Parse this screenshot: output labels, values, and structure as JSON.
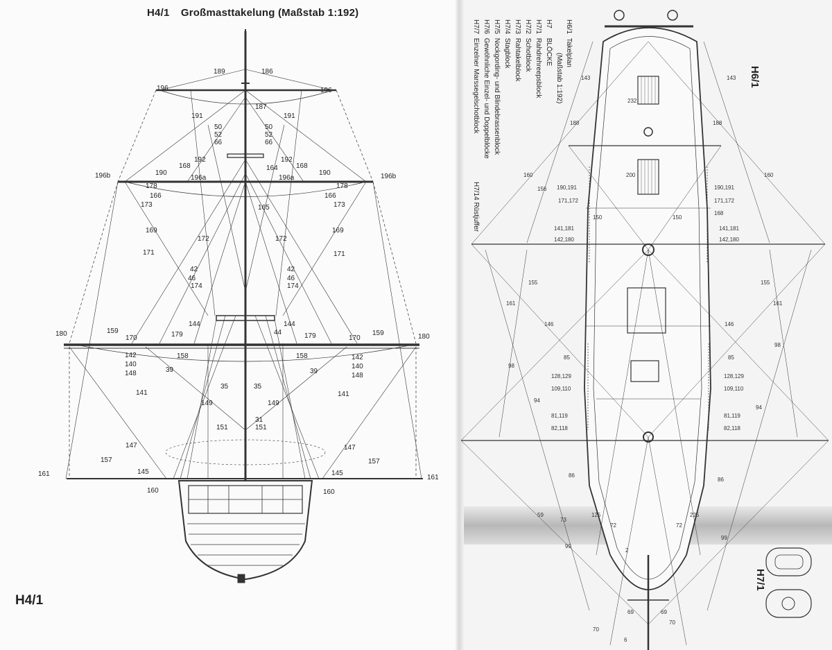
{
  "left_page": {
    "title_code": "H4/1",
    "title_text": "Großmasttakelung (Maßstab 1:192)",
    "corner_code": "H4/1",
    "labels": [
      {
        "id": "189",
        "t": "189"
      },
      {
        "id": "186",
        "t": "186"
      },
      {
        "id": "187",
        "t": "187"
      },
      {
        "id": "196l",
        "t": "196"
      },
      {
        "id": "196r",
        "t": "196"
      },
      {
        "id": "191l",
        "t": "191"
      },
      {
        "id": "191r",
        "t": "191"
      },
      {
        "id": "50l",
        "t": "50"
      },
      {
        "id": "52l",
        "t": "52"
      },
      {
        "id": "66l",
        "t": "66"
      },
      {
        "id": "50r",
        "t": "50"
      },
      {
        "id": "52r",
        "t": "52"
      },
      {
        "id": "66r",
        "t": "66"
      },
      {
        "id": "192l",
        "t": "192"
      },
      {
        "id": "192r",
        "t": "192"
      },
      {
        "id": "168l",
        "t": "168"
      },
      {
        "id": "164",
        "t": "164"
      },
      {
        "id": "168r",
        "t": "168"
      },
      {
        "id": "190l",
        "t": "190"
      },
      {
        "id": "190r",
        "t": "190"
      },
      {
        "id": "196al",
        "t": "196a"
      },
      {
        "id": "196ar",
        "t": "196a"
      },
      {
        "id": "196bl",
        "t": "196b"
      },
      {
        "id": "196br",
        "t": "196b"
      },
      {
        "id": "178l",
        "t": "178"
      },
      {
        "id": "178r",
        "t": "178"
      },
      {
        "id": "166l",
        "t": "166"
      },
      {
        "id": "166r",
        "t": "166"
      },
      {
        "id": "173l",
        "t": "173"
      },
      {
        "id": "173r",
        "t": "173"
      },
      {
        "id": "165",
        "t": "165"
      },
      {
        "id": "169l",
        "t": "169"
      },
      {
        "id": "169r",
        "t": "169"
      },
      {
        "id": "172l",
        "t": "172"
      },
      {
        "id": "172r",
        "t": "172"
      },
      {
        "id": "171l",
        "t": "171"
      },
      {
        "id": "171r",
        "t": "171"
      },
      {
        "id": "42l",
        "t": "42"
      },
      {
        "id": "46l",
        "t": "46"
      },
      {
        "id": "174l",
        "t": "174"
      },
      {
        "id": "42r",
        "t": "42"
      },
      {
        "id": "46r",
        "t": "46"
      },
      {
        "id": "174r",
        "t": "174"
      },
      {
        "id": "144l",
        "t": "144"
      },
      {
        "id": "144r",
        "t": "144"
      },
      {
        "id": "44",
        "t": "44"
      },
      {
        "id": "180l",
        "t": "180"
      },
      {
        "id": "180r",
        "t": "180"
      },
      {
        "id": "159l",
        "t": "159"
      },
      {
        "id": "159r",
        "t": "159"
      },
      {
        "id": "170l",
        "t": "170"
      },
      {
        "id": "170r",
        "t": "170"
      },
      {
        "id": "179l",
        "t": "179"
      },
      {
        "id": "179r",
        "t": "179"
      },
      {
        "id": "142l",
        "t": "142"
      },
      {
        "id": "140l",
        "t": "140"
      },
      {
        "id": "148l",
        "t": "148"
      },
      {
        "id": "142r",
        "t": "142"
      },
      {
        "id": "140r",
        "t": "140"
      },
      {
        "id": "148r",
        "t": "148"
      },
      {
        "id": "158l",
        "t": "158"
      },
      {
        "id": "158r",
        "t": "158"
      },
      {
        "id": "39l",
        "t": "39"
      },
      {
        "id": "39r",
        "t": "39"
      },
      {
        "id": "35l",
        "t": "35"
      },
      {
        "id": "35r",
        "t": "35"
      },
      {
        "id": "141l",
        "t": "141"
      },
      {
        "id": "141r",
        "t": "141"
      },
      {
        "id": "149l",
        "t": "149"
      },
      {
        "id": "149r",
        "t": "149"
      },
      {
        "id": "31",
        "t": "31"
      },
      {
        "id": "151l",
        "t": "151"
      },
      {
        "id": "151r",
        "t": "151"
      },
      {
        "id": "147l",
        "t": "147"
      },
      {
        "id": "147r",
        "t": "147"
      },
      {
        "id": "157l",
        "t": "157"
      },
      {
        "id": "157r",
        "t": "157"
      },
      {
        "id": "161l",
        "t": "161"
      },
      {
        "id": "161r",
        "t": "161"
      },
      {
        "id": "145l",
        "t": "145"
      },
      {
        "id": "145r",
        "t": "145"
      },
      {
        "id": "160l",
        "t": "160"
      },
      {
        "id": "160r",
        "t": "160"
      }
    ]
  },
  "right_page": {
    "legend": [
      {
        "code": "H6/1",
        "text": "Takelplan"
      },
      {
        "code": "",
        "text": "(Maßstab 1:192)"
      },
      {
        "code": "H7",
        "text": "BLÖCKE"
      },
      {
        "code": "H7/1",
        "text": "Rahdrehreepsblock"
      },
      {
        "code": "H7/2",
        "text": "Schotblock"
      },
      {
        "code": "H7/3",
        "text": "Rahtakelblock"
      },
      {
        "code": "H7/4",
        "text": "Stagblock"
      },
      {
        "code": "H7/5",
        "text": "Nockgording- und Blindebrassenblock"
      },
      {
        "code": "H7/6",
        "text": "Gewöhnliche Einzel- und Doppelblöcke"
      },
      {
        "code": "H7/7",
        "text": "Einzelner Marssegelschotblock"
      }
    ],
    "extra_note": "H7/14 Rüstjuffer",
    "plan_code": "H6/1",
    "block_code": "H7/1",
    "labels": [
      {
        "id": "r188l",
        "t": "188"
      },
      {
        "id": "r188r",
        "t": "188"
      },
      {
        "id": "r143l",
        "t": "143"
      },
      {
        "id": "r143r",
        "t": "143"
      },
      {
        "id": "r232",
        "t": "232"
      },
      {
        "id": "r200",
        "t": "200"
      },
      {
        "id": "r156",
        "t": "156"
      },
      {
        "id": "r155l",
        "t": "155"
      },
      {
        "id": "r155r",
        "t": "155"
      },
      {
        "id": "r160l",
        "t": "160"
      },
      {
        "id": "r160r",
        "t": "160"
      },
      {
        "id": "r19019l",
        "t": "190,191"
      },
      {
        "id": "r19019r",
        "t": "190,191"
      },
      {
        "id": "r171l",
        "t": "171,172"
      },
      {
        "id": "r171r",
        "t": "171,172"
      },
      {
        "id": "r168",
        "t": "168"
      },
      {
        "id": "r141l",
        "t": "141,181"
      },
      {
        "id": "r141r",
        "t": "141,181"
      },
      {
        "id": "r142l",
        "t": "142,180"
      },
      {
        "id": "r142r",
        "t": "142,180"
      },
      {
        "id": "r150l",
        "t": "150"
      },
      {
        "id": "r150r",
        "t": "150"
      },
      {
        "id": "r161l",
        "t": "161"
      },
      {
        "id": "r161r",
        "t": "161"
      },
      {
        "id": "r146l",
        "t": "146"
      },
      {
        "id": "r146r",
        "t": "146"
      },
      {
        "id": "r98l",
        "t": "98"
      },
      {
        "id": "r98r",
        "t": "98"
      },
      {
        "id": "r85l",
        "t": "85"
      },
      {
        "id": "r85r",
        "t": "85"
      },
      {
        "id": "r128l",
        "t": "128,129"
      },
      {
        "id": "r128r",
        "t": "128,129"
      },
      {
        "id": "r109l",
        "t": "109,110"
      },
      {
        "id": "r109r",
        "t": "109,110"
      },
      {
        "id": "r94l",
        "t": "94"
      },
      {
        "id": "r94r",
        "t": "94"
      },
      {
        "id": "r81l",
        "t": "81,119"
      },
      {
        "id": "r81r",
        "t": "81,119"
      },
      {
        "id": "r82l",
        "t": "82,118"
      },
      {
        "id": "r82r",
        "t": "82,118"
      },
      {
        "id": "r86l",
        "t": "86"
      },
      {
        "id": "r86r",
        "t": "86"
      },
      {
        "id": "r73",
        "t": "73"
      },
      {
        "id": "r125",
        "t": "125"
      },
      {
        "id": "r225",
        "t": "225"
      },
      {
        "id": "r99l",
        "t": "99"
      },
      {
        "id": "r99r",
        "t": "99"
      },
      {
        "id": "r72l",
        "t": "72"
      },
      {
        "id": "r72r",
        "t": "72"
      },
      {
        "id": "r70l",
        "t": "70"
      },
      {
        "id": "r70r",
        "t": "70"
      },
      {
        "id": "r69l",
        "t": "69"
      },
      {
        "id": "r69r",
        "t": "69"
      },
      {
        "id": "r6",
        "t": "6"
      },
      {
        "id": "r2",
        "t": "2"
      },
      {
        "id": "r59",
        "t": "59"
      }
    ]
  }
}
